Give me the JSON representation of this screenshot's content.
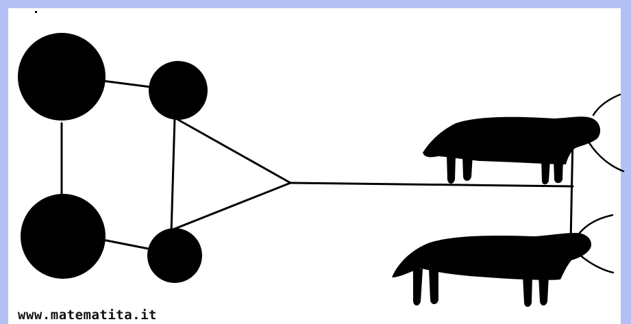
{
  "colors": {
    "frame": "#b4c0f4",
    "ink": "#000000",
    "paper": "#ffffff"
  },
  "diagram": {
    "wheels": [
      "wheel-large-top",
      "wheel-small-top",
      "wheel-large-bottom",
      "wheel-small-bottom"
    ],
    "animals": [
      "ox-top",
      "ox-bottom"
    ]
  },
  "watermark": "www.matematita.it"
}
